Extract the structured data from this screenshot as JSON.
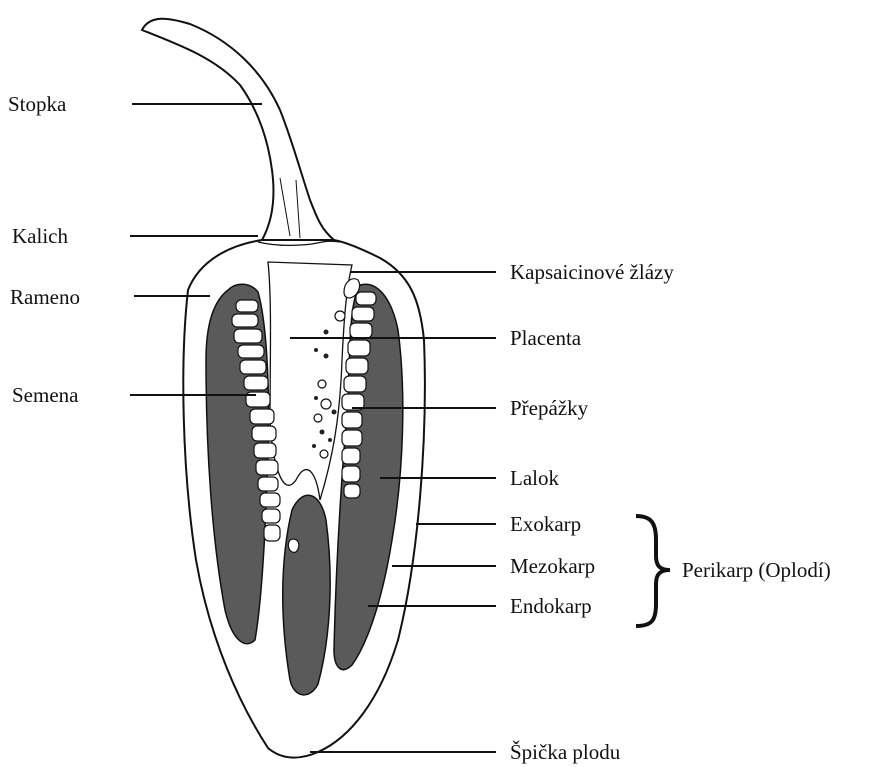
{
  "labels": {
    "stopka": "Stopka",
    "kalich": "Kalich",
    "rameno": "Rameno",
    "semena": "Semena",
    "kapsaicinove_zlazy": "Kapsaicinové žlázy",
    "placenta": "Placenta",
    "prepazky": "Přepážky",
    "lalok": "Lalok",
    "exokarp": "Exokarp",
    "mezokarp": "Mezokarp",
    "endokarp": "Endokarp",
    "perikarp": "Perikarp (Oplodí)",
    "spicka_plodu": "Špička plodu"
  }
}
